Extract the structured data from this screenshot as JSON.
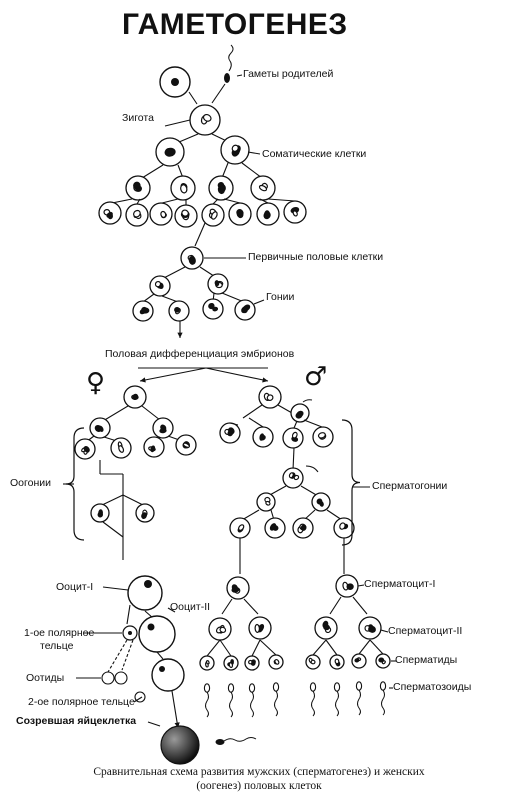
{
  "title": "ГАМЕТОГЕНЕЗ",
  "labels": {
    "parent_gametes": "Гаметы родителей",
    "zygote": "Зигота",
    "somatic": "Соматические клетки",
    "primary_germ": "Первичные половые клетки",
    "gonia": "Гонии",
    "sex_diff": "Половая дифференциация эмбрионов",
    "oogonia": "Оогонии",
    "spermatogonia": "Сперматогонии",
    "oocyte1": "Ооцит-I",
    "oocyte2": "Ооцит-II",
    "polar1_line1": "1-ое полярное",
    "polar1_line2": "тельце",
    "ootids": "Оотиды",
    "polar2": "2-ое полярное тельце",
    "mature_egg": "Созревшая яйцеклетка",
    "spermatocyte1": "Сперматоцит-I",
    "spermatocyte2": "Сперматоцит-II",
    "spermatids": "Сперматиды",
    "spermatozoa": "Сперматозоиды"
  },
  "symbols": {
    "female": "♀",
    "male": "♂"
  },
  "caption": {
    "line1": "Сравнительная схема развития мужских (сперматогенез) и женских",
    "line2": "(оогенез) половых клеток"
  }
}
